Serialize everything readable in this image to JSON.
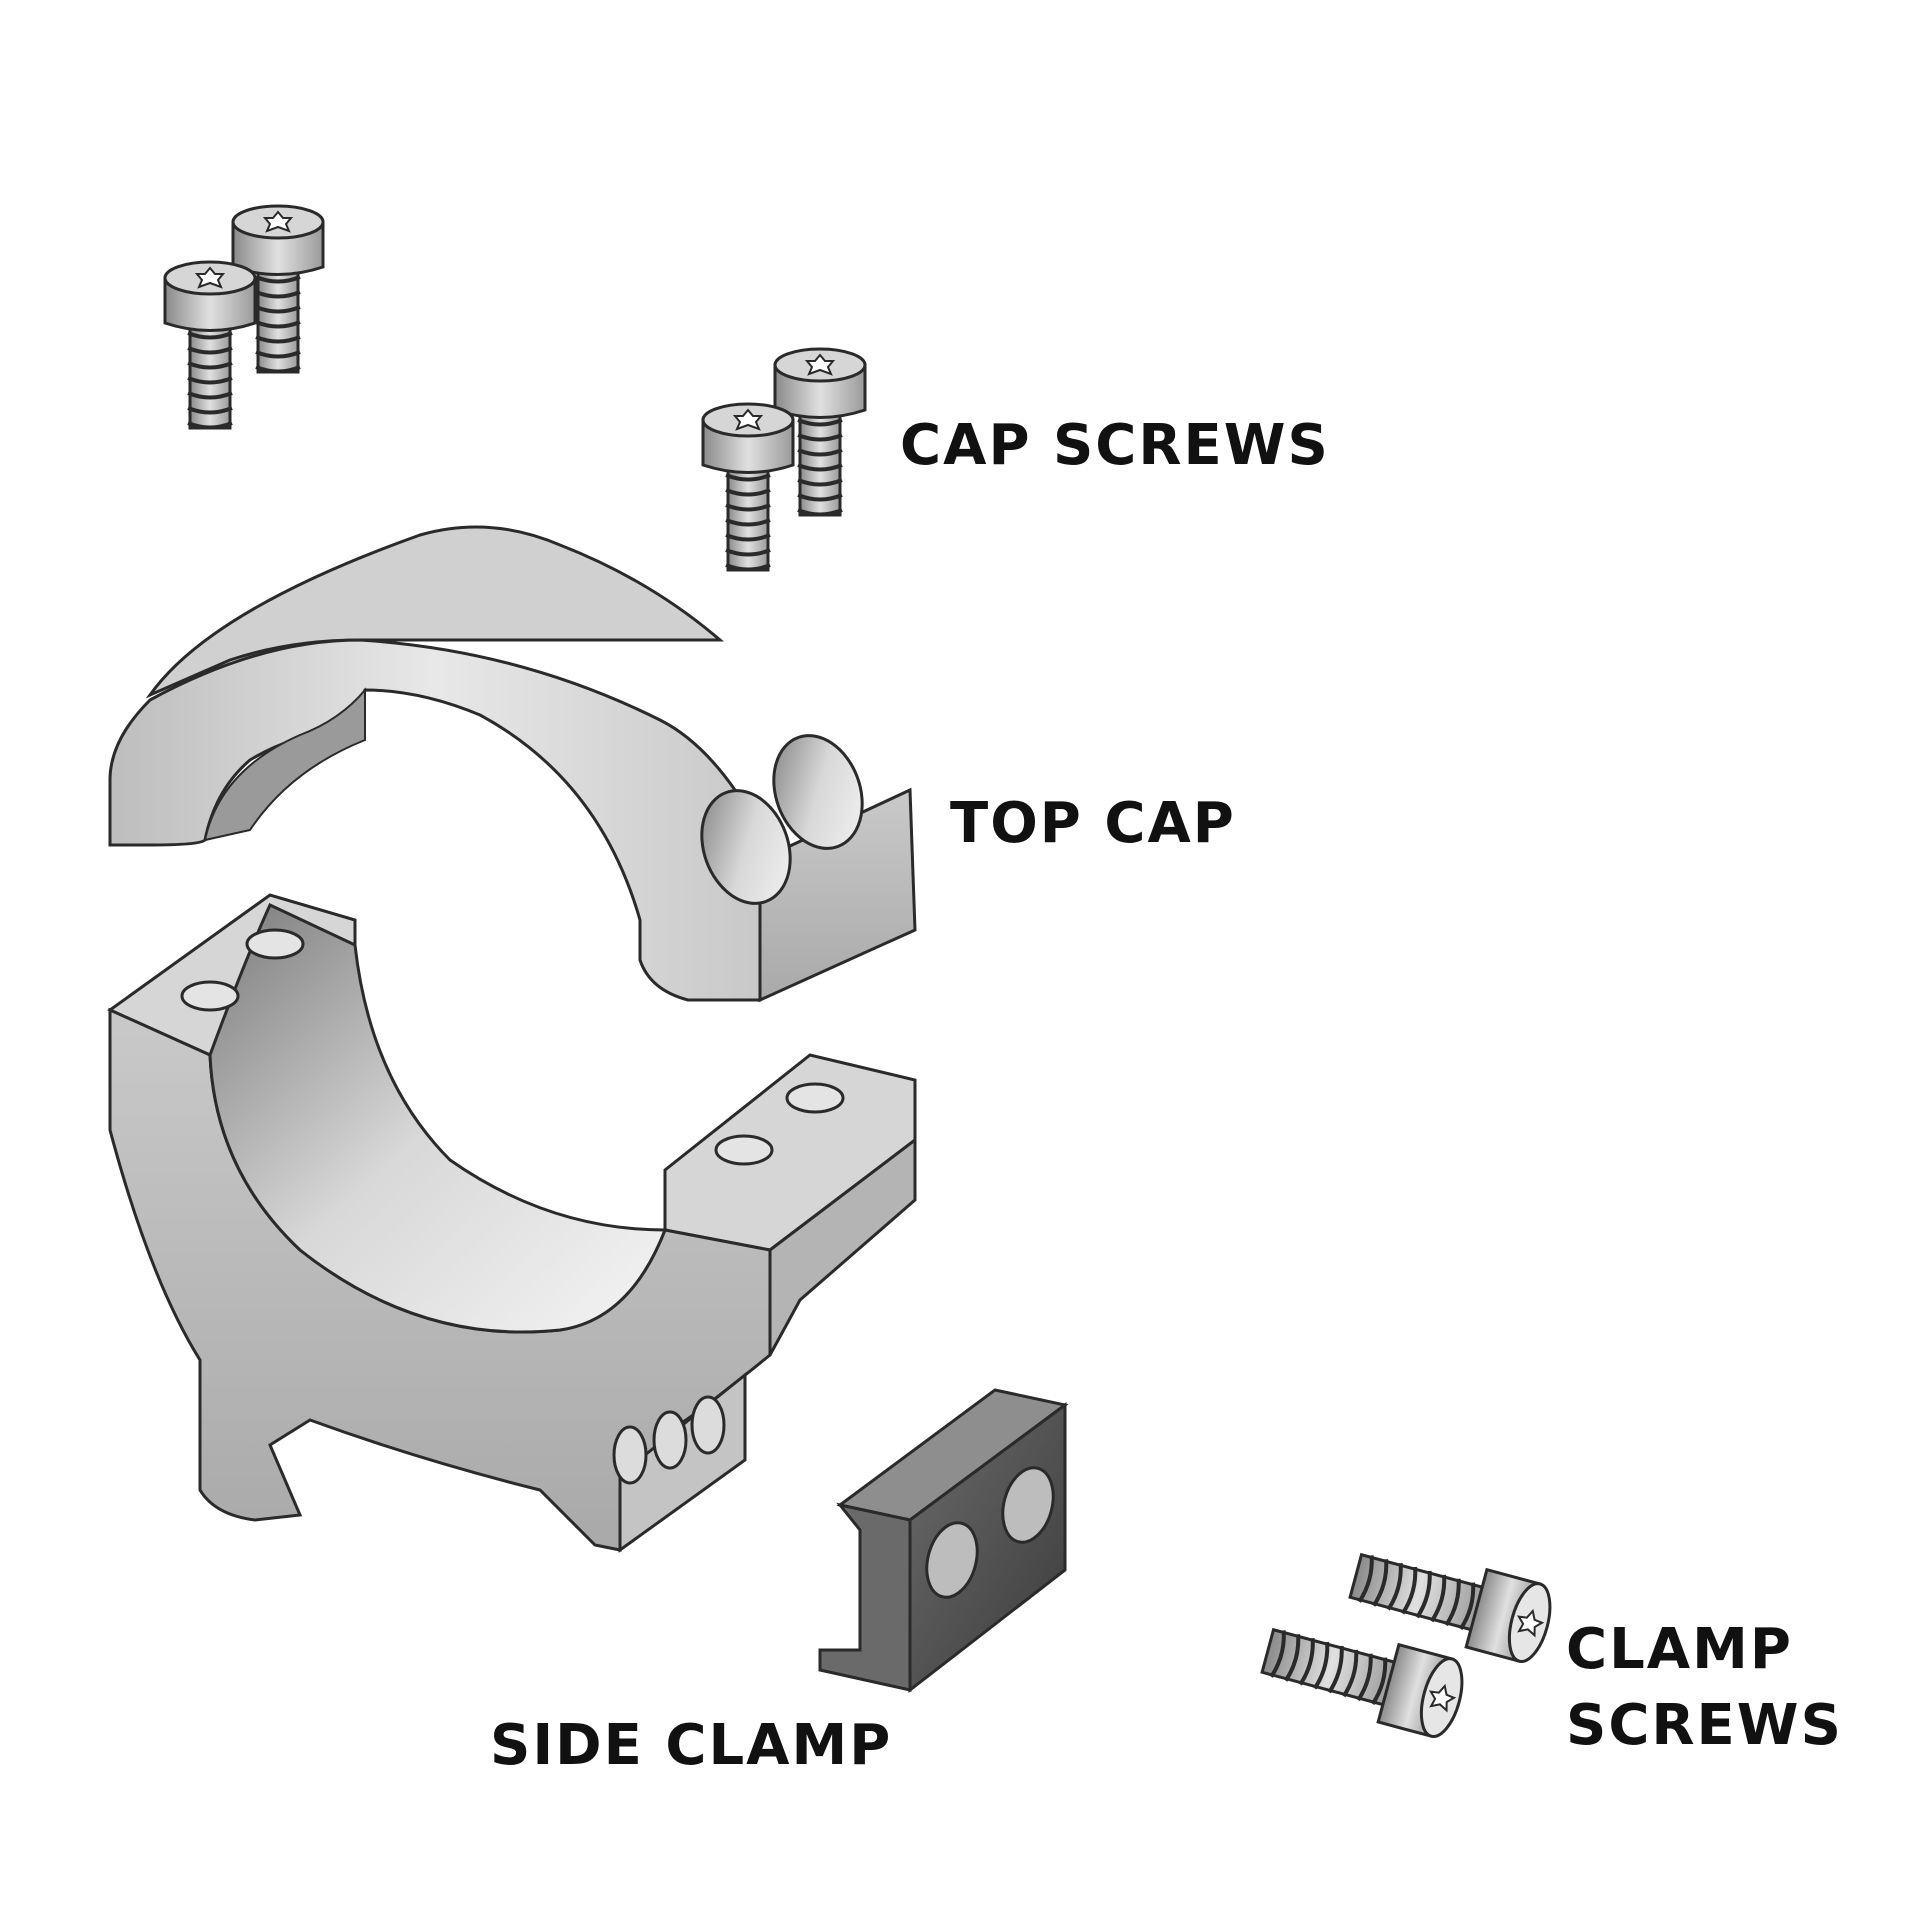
{
  "labels": {
    "cap_screws": "CAP SCREWS",
    "top_cap": "TOP CAP",
    "side_clamp": "SIDE CLAMP",
    "clamp_screws_line1": "CLAMP",
    "clamp_screws_line2": "SCREWS"
  },
  "colors": {
    "part_light": "#dcdcdc",
    "part_mid": "#bdbdbd",
    "part_dark": "#8e8e8e",
    "clamp_dark": "#4a4a4a",
    "outline": "#2a2a2a",
    "label_text": "#111111"
  }
}
